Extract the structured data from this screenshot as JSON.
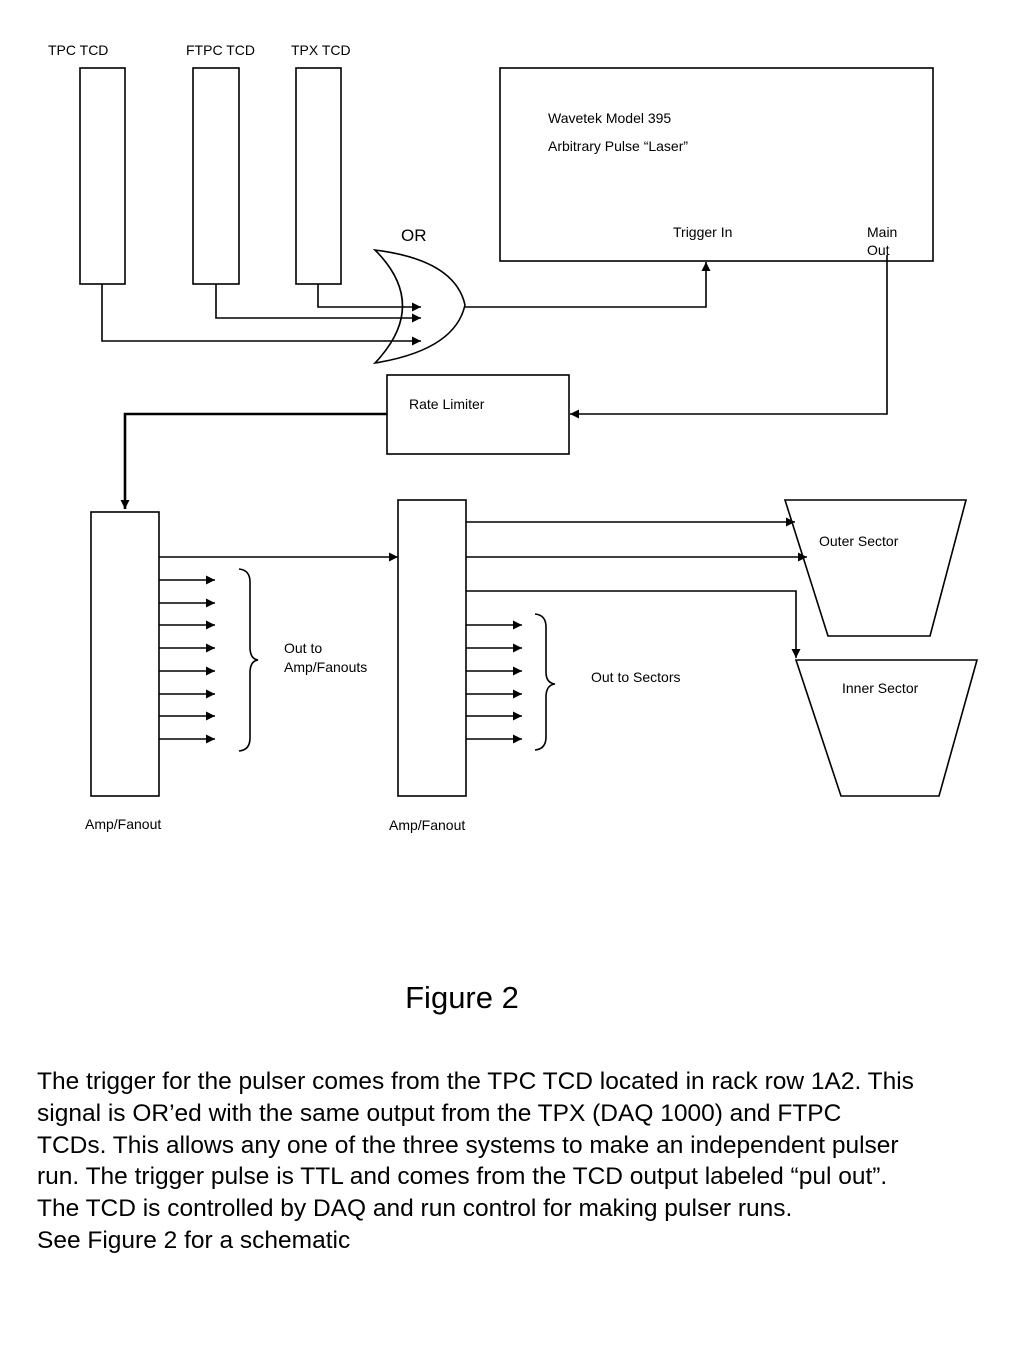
{
  "diagram": {
    "labels": {
      "tpc_tcd": "TPC TCD",
      "ftpc_tcd": "FTPC TCD",
      "tpx_tcd": "TPX TCD",
      "or_gate": "OR",
      "wavetek_line1": "Wavetek Model 395",
      "wavetek_line2": "Arbitrary Pulse “Laser”",
      "trigger_in": "Trigger In",
      "main_out_line1": "Main",
      "main_out_line2": "Out",
      "rate_limiter": "Rate Limiter",
      "outer_sector": "Outer Sector",
      "inner_sector": "Inner Sector",
      "out_to_amp_line1": "Out to",
      "out_to_amp_line2": "Amp/Fanouts",
      "out_to_sectors": "Out to Sectors",
      "amp_fanout_left": "Amp/Fanout",
      "amp_fanout_right": "Amp/Fanout"
    }
  },
  "figure": {
    "title": "Figure 2",
    "caption_lines": [
      "The trigger for the pulser comes from the TPC TCD located in rack row 1A2. This",
      "signal is OR’ed with the same output from the TPX (DAQ 1000) and FTPC",
      "TCDs. This allows any one of the three systems to make an independent pulser",
      "run. The trigger pulse is TTL and comes from the TCD output labeled “pul out”.",
      "The TCD is controlled by DAQ and run control for making pulser runs.",
      "See Figure 2 for a schematic"
    ]
  }
}
